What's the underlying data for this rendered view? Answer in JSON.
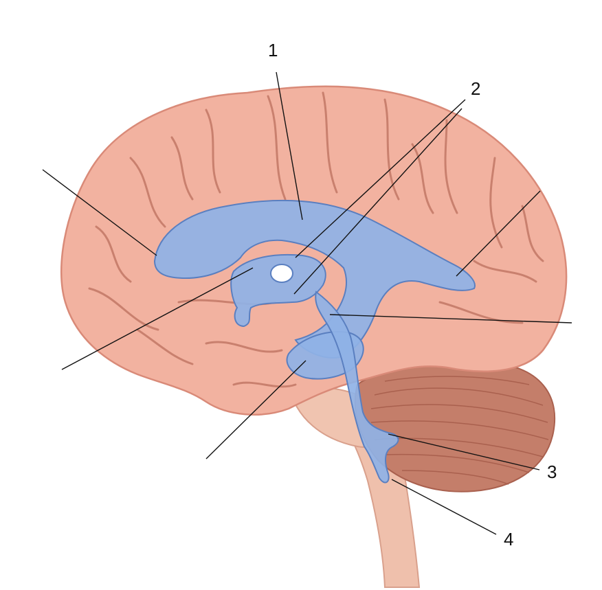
{
  "labels": {
    "one": "1",
    "two": "2",
    "three": "3",
    "four": "4"
  },
  "colors": {
    "brain": "#f2b2a0",
    "brain_outline": "#d98a78",
    "sulcus": "#c9806e",
    "ventricles": "#8fb2e6",
    "ventricle_outline": "#5a7fc0",
    "cerebellum": "#c47e6a",
    "brainstem": "#efc0ac",
    "leader_line": "#111111"
  }
}
